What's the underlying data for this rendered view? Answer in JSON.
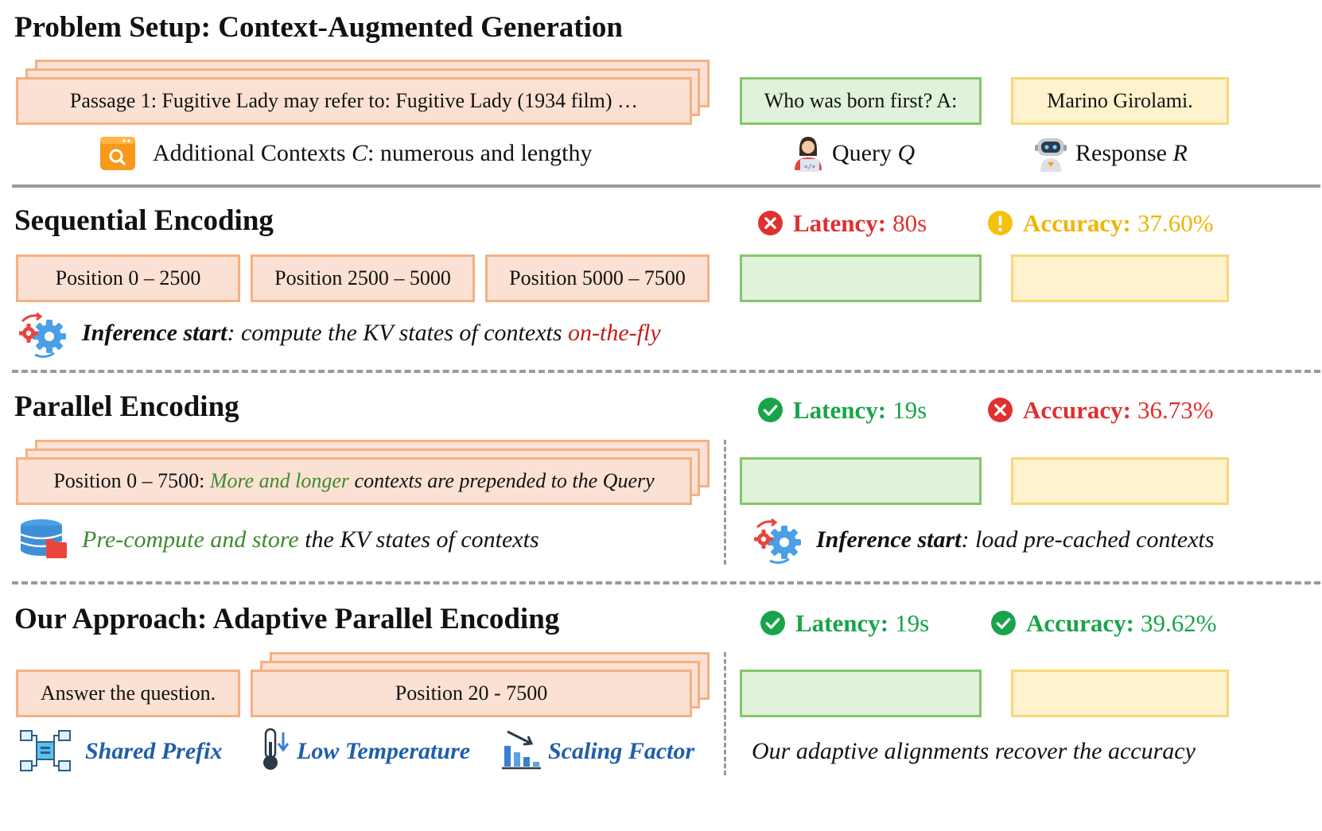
{
  "problem": {
    "title": "Problem Setup: Context-Augmented Generation",
    "passage": "Passage 1: Fugitive Lady may refer to: Fugitive Lady (1934 film) …",
    "contexts_label": "Additional Contexts",
    "contexts_var": "C",
    "contexts_desc": ": numerous and lengthy",
    "query_text": "Who was born first? A:",
    "query_label": "Query",
    "query_var": "Q",
    "response_text": "Marino Girolami.",
    "response_label": "Response",
    "response_var": "R"
  },
  "sequential": {
    "title": "Sequential Encoding",
    "latency_label": "Latency:",
    "latency_value": "80s",
    "accuracy_label": "Accuracy:",
    "accuracy_value": "37.60%",
    "positions": [
      "Position 0 – 2500",
      "Position 2500 – 5000",
      "Position 5000 – 7500"
    ],
    "inference_bold": "Inference start",
    "inference_text": ": compute the KV states of contexts ",
    "inference_highlight": "on-the-fly"
  },
  "parallel": {
    "title": "Parallel Encoding",
    "latency_label": "Latency:",
    "latency_value": "19s",
    "accuracy_label": "Accuracy:",
    "accuracy_value": "36.73%",
    "position_prefix": "Position 0 – 7500: ",
    "position_highlight": "More and longer",
    "position_rest": " contexts are prepended to the Query",
    "precompute_highlight": "Pre-compute and store",
    "precompute_rest": " the KV states of contexts",
    "inference_bold": "Inference start",
    "inference_text": ": load pre-cached contexts"
  },
  "approach": {
    "title": "Our Approach: Adaptive Parallel Encoding",
    "latency_label": "Latency:",
    "latency_value": "19s",
    "accuracy_label": "Accuracy:",
    "accuracy_value": "39.62%",
    "prefix_box": "Answer the question.",
    "position_box": "Position 20 - 7500",
    "shared_prefix": "Shared Prefix",
    "low_temperature": "Low Temperature",
    "scaling_factor": "Scaling Factor",
    "recover_text": "Our adaptive alignments recover the accuracy"
  },
  "colors": {
    "context_fill": "#fbe1d3",
    "context_border": "#f4b183",
    "query_fill": "#e0f2da",
    "query_border": "#83c76b",
    "response_fill": "#fff2cc",
    "response_border": "#f7d779",
    "bad": "#e0302f",
    "good": "#19a44a",
    "warn": "#f0b500",
    "blue": "#1f5fa8"
  }
}
